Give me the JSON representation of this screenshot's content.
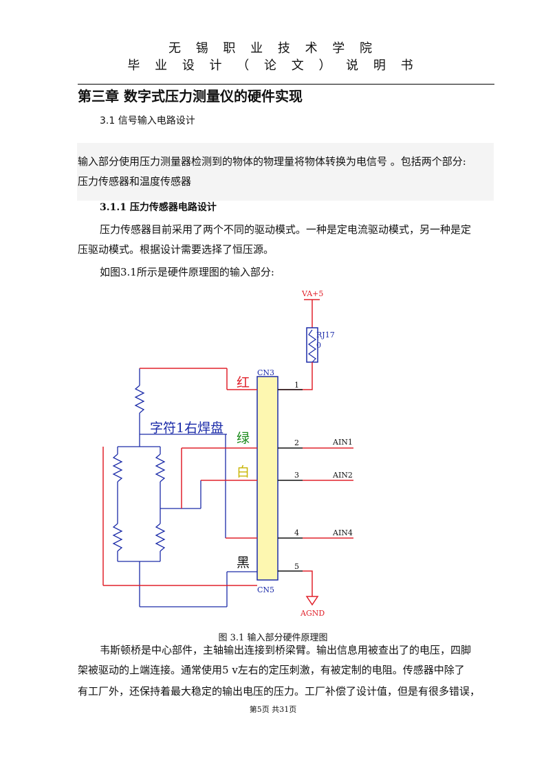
{
  "header": {
    "school": "无 锡 职 业 技 术 学 院",
    "doc_type": "毕 业 设 计 （ 论 文 ） 说 明 书"
  },
  "chapter_title": "第三章 数字式压力测量仪的硬件实现",
  "section_title": "3.1 信号输入电路设计",
  "intro": {
    "line1": "输入部分使用压力测量器检测到的物体的物理量将物体转换为电信号 。包括两个部分:",
    "line2": "压力传感器和温度传感器"
  },
  "subsection_title": "3.1.1  压力传感器电路设计",
  "para1": {
    "line1": "压力传感器目前采用了两个不同的驱动模式。一种是定电流驱动模式，另一种是定",
    "line2": "压驱动模式。根据设计需要选择了恒压源。"
  },
  "para2": "如图3.1所示是硬件原理图的输入部分:",
  "schematic": {
    "power_label": "VA+5",
    "resistor_label": "RJ17",
    "resistor_value": "0",
    "connector_top": "CN3",
    "connector_bottom": "CN5",
    "wire_red": "红",
    "wire_green": "绿",
    "wire_white": "白",
    "wire_black": "黑",
    "annotation": "字符1右焊盘",
    "pins": [
      "1",
      "2",
      "3",
      "4",
      "5"
    ],
    "signals": [
      "AIN1",
      "AIN2",
      "AIN4"
    ],
    "ground_label": "AGND",
    "colors": {
      "red": "#e0202a",
      "blue": "#1a2aa8",
      "green": "#1a8a1a",
      "yellow": "#c8b400",
      "body": "#fdf7b0"
    }
  },
  "figure_caption": "图  3.1    输入部分硬件原理图",
  "para3": {
    "line1": "韦斯顿桥是中心部件，主轴输出连接到桥梁臂。输出信息用被查出了的电压，四脚",
    "line2": "架被驱动的上端连接。通常使用5 v左右的定压刺激，有被定制的电阻。传感器中除了",
    "line3": "有工厂外，还保持着最大稳定的输出电压的压力。工厂补偿了设计值，但是有很多错误，"
  },
  "footer": "第5页  共31页"
}
